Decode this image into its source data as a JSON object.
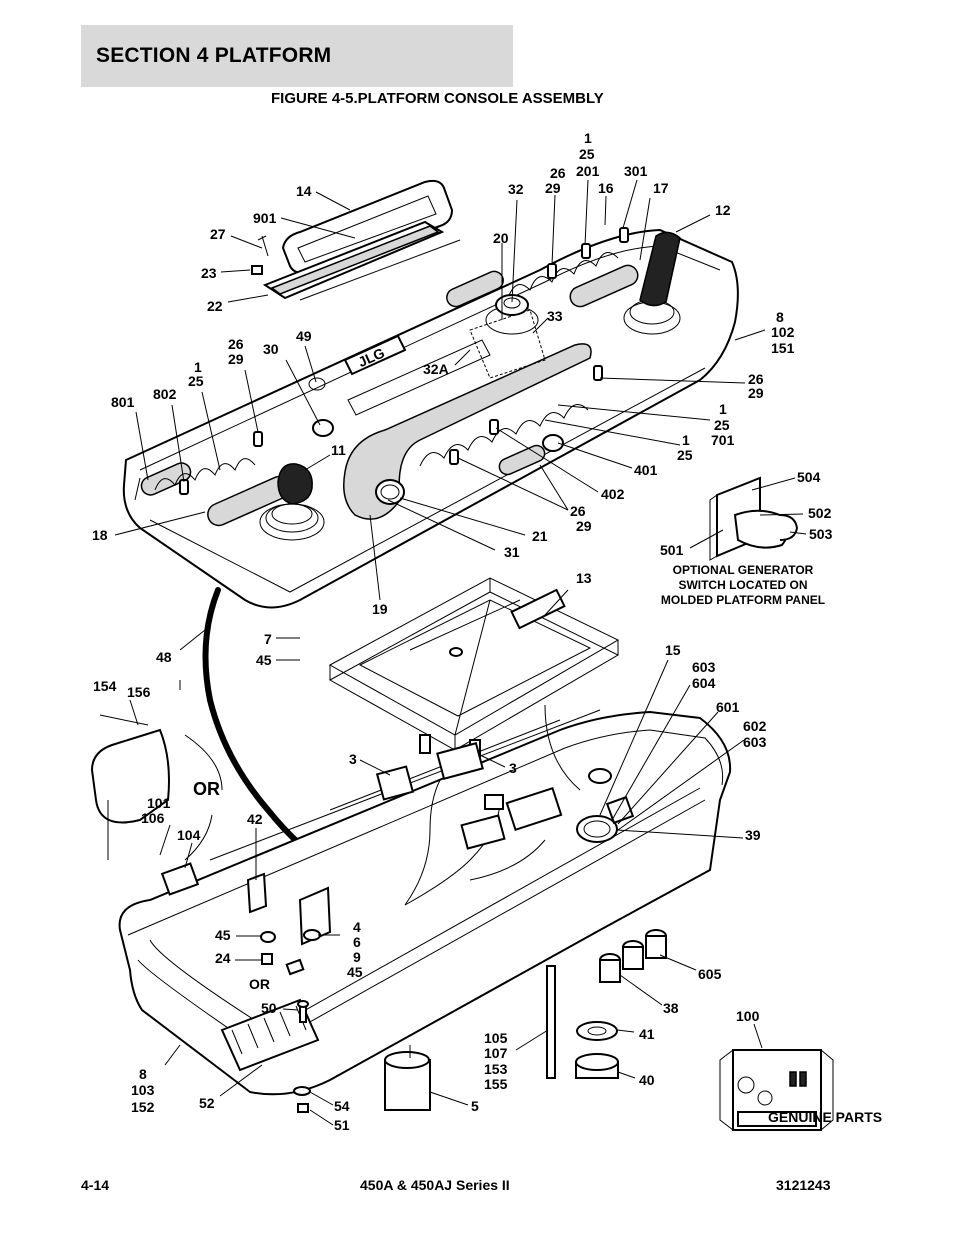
{
  "header": {
    "section_title": "SECTION 4   PLATFORM",
    "figure_title": "FIGURE 4-5.PLATFORM CONSOLE ASSEMBLY"
  },
  "footer": {
    "page_number": "4-14",
    "model": "450A & 450AJ Series II",
    "doc_number": "3121243"
  },
  "diagram": {
    "callouts": [
      "14",
      "901",
      "27",
      "23",
      "22",
      "49",
      "26",
      "29",
      "30",
      "1",
      "25",
      "801",
      "802",
      "11",
      "18",
      "48",
      "32",
      "20",
      "33",
      "32A",
      "26",
      "29",
      "201",
      "16",
      "1",
      "25",
      "301",
      "17",
      "12",
      "8",
      "102",
      "151",
      "26",
      "29",
      "1",
      "25",
      "701",
      "1",
      "25",
      "401",
      "402",
      "26",
      "29",
      "21",
      "31",
      "19",
      "504",
      "502",
      "503",
      "501",
      "13",
      "7",
      "45",
      "154",
      "156",
      "101",
      "106",
      "104",
      "42",
      "3",
      "3",
      "15",
      "603",
      "604",
      "601",
      "602",
      "603",
      "39",
      "4",
      "6",
      "9",
      "45",
      "45",
      "24",
      "50",
      "605",
      "38",
      "41",
      "40",
      "100",
      "105",
      "107",
      "153",
      "155",
      "5",
      "8",
      "103",
      "152",
      "52",
      "54",
      "51"
    ],
    "or_label_large": "OR",
    "or_label_small": "OR",
    "note_generator": [
      "OPTIONAL GENERATOR",
      "SWITCH LOCATED ON",
      "MOLDED PLATFORM PANEL"
    ],
    "logo_text": "JLG",
    "kit_label": "GENUINE PARTS"
  }
}
